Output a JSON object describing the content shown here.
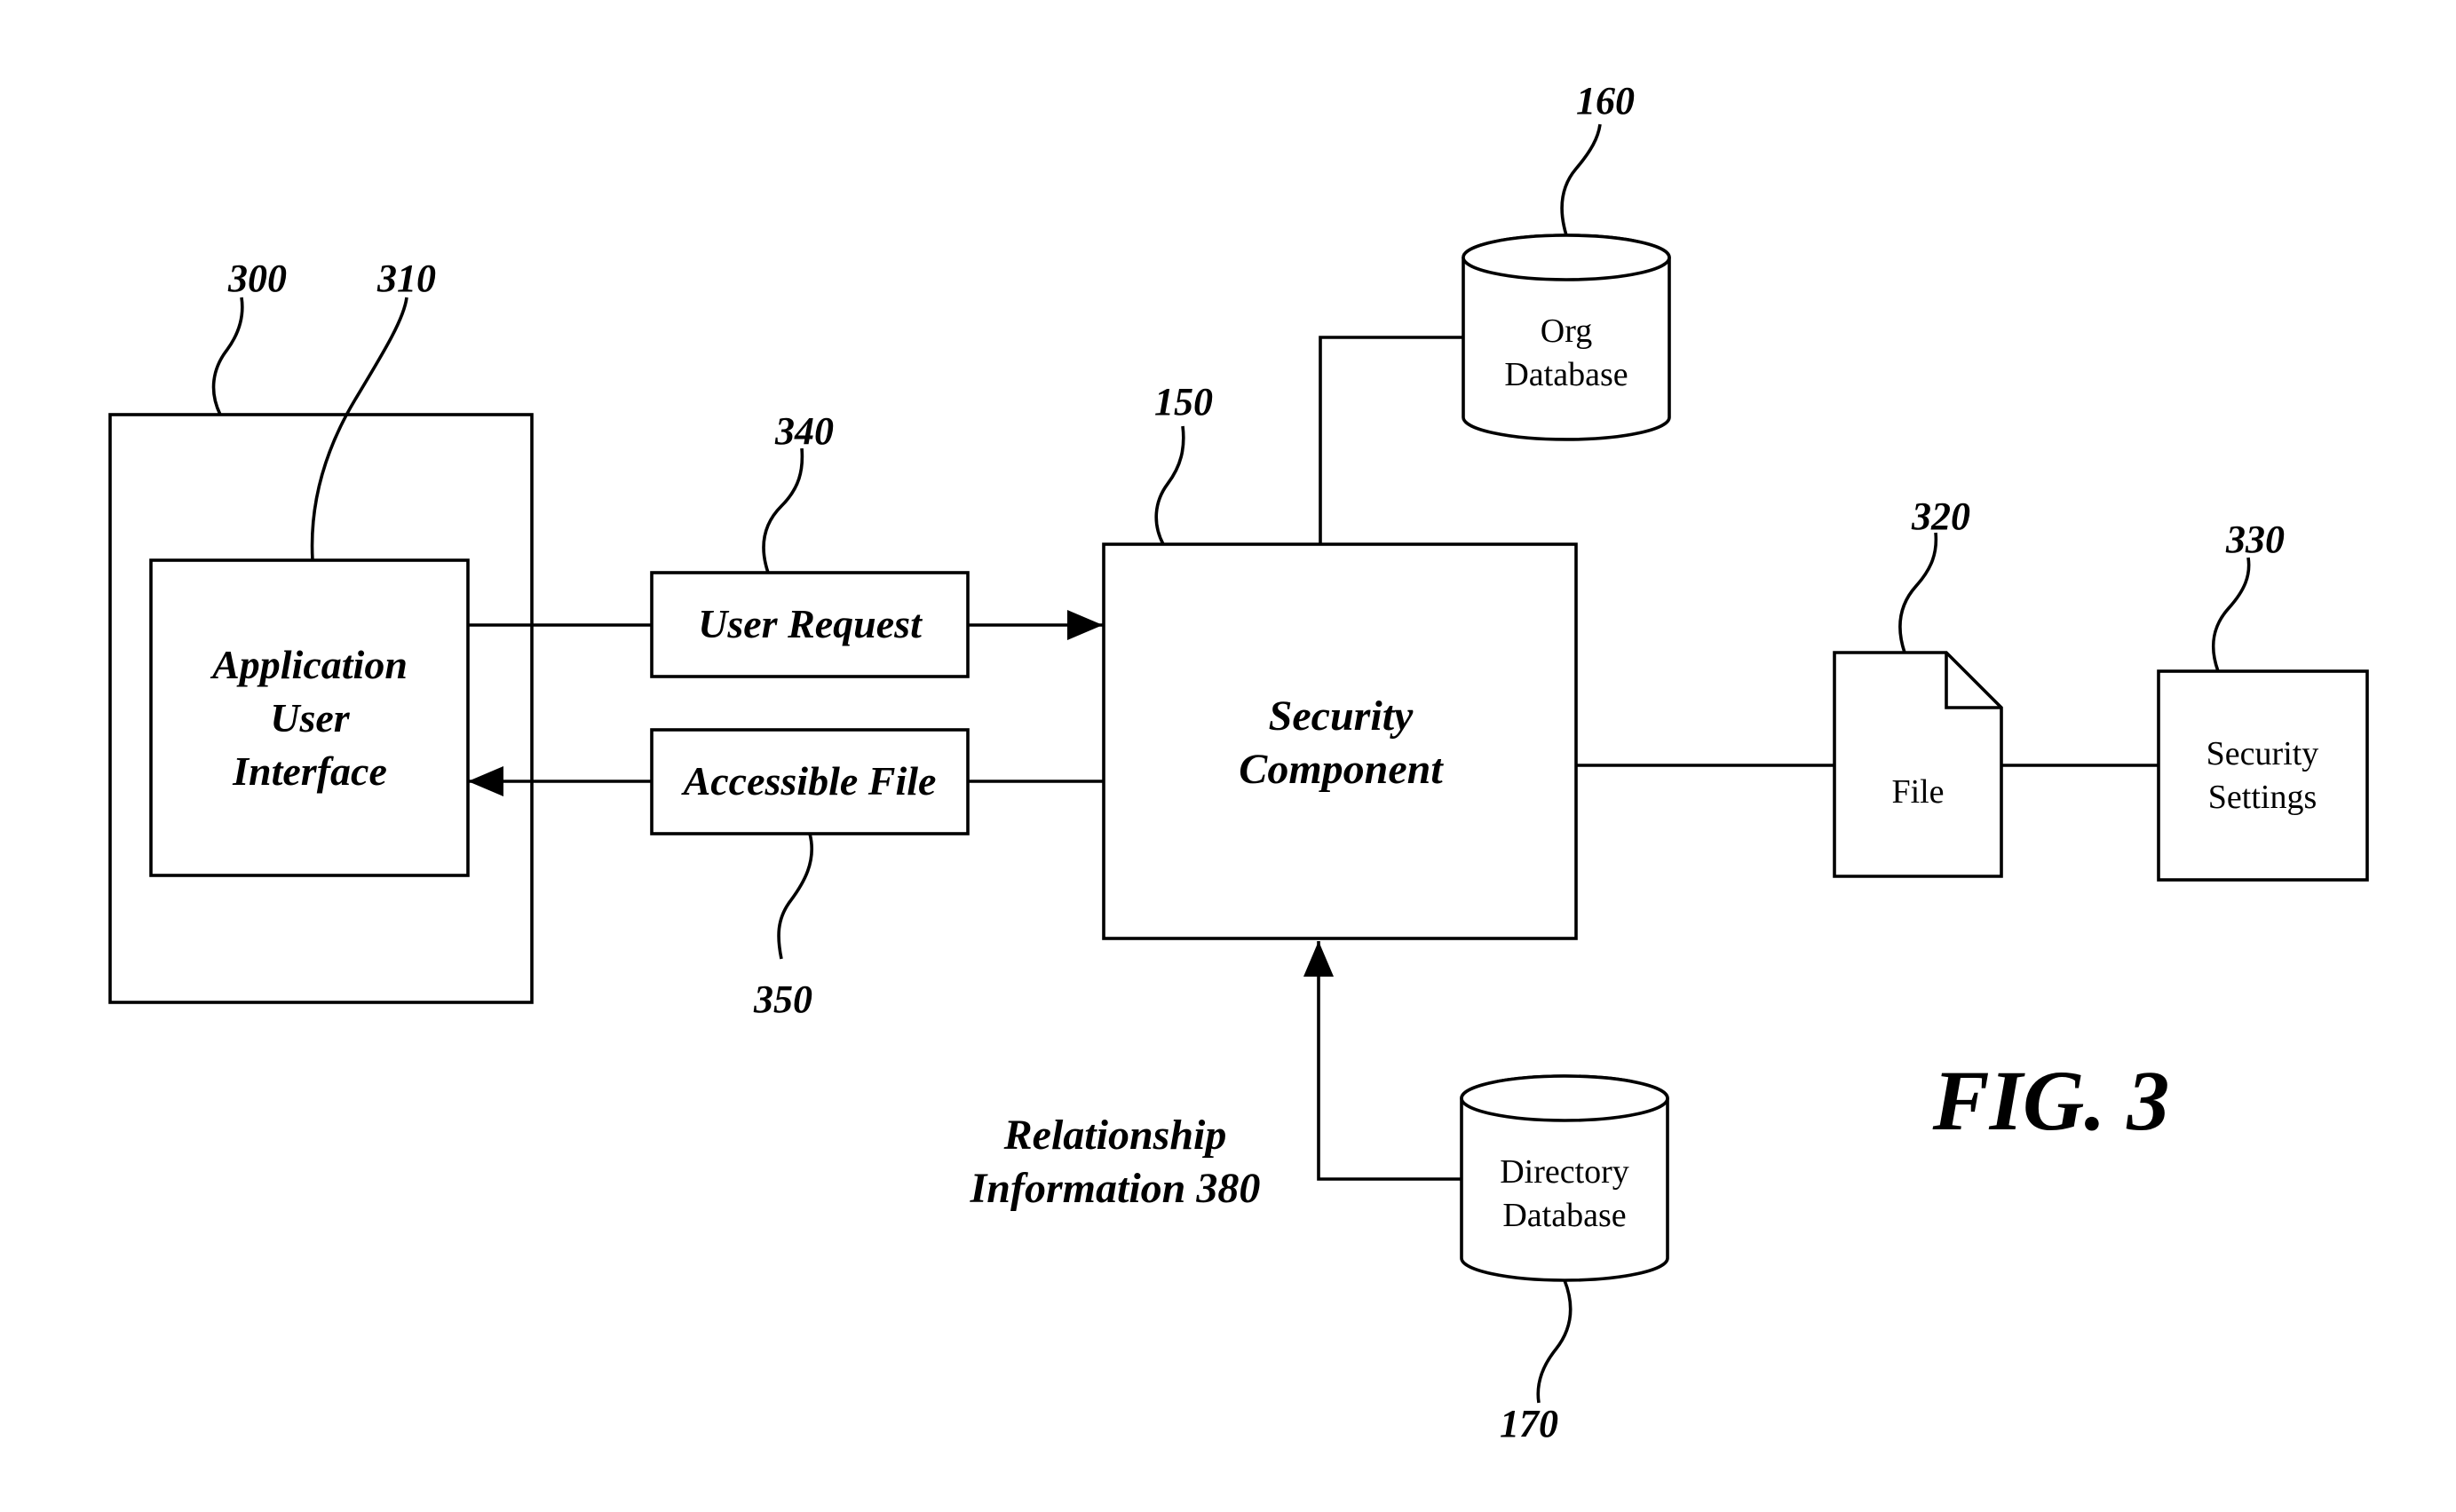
{
  "figure": {
    "title": "FIG. 3",
    "nodes": {
      "device": {
        "ref": "300"
      },
      "app_ui": {
        "ref": "310",
        "lines": [
          "Application",
          "User",
          "Interface"
        ]
      },
      "user_request": {
        "ref": "340",
        "label": "User Request"
      },
      "accessible_file": {
        "ref": "350",
        "label": "Accessible File"
      },
      "security_component": {
        "ref": "150",
        "lines": [
          "Security",
          "Component"
        ]
      },
      "org_database": {
        "ref": "160",
        "lines": [
          "Org",
          "Database"
        ]
      },
      "directory_database": {
        "ref": "170",
        "lines": [
          "Directory",
          "Database"
        ]
      },
      "file": {
        "ref": "320",
        "label": "File"
      },
      "security_settings": {
        "ref": "330",
        "lines": [
          "Security",
          "Settings"
        ]
      },
      "relationship_info": {
        "lines": [
          "Relationship",
          "Information 380"
        ]
      }
    },
    "edges": [
      {
        "from": "app_ui",
        "to": "security_component",
        "via": "user_request",
        "direction": "forward"
      },
      {
        "from": "security_component",
        "to": "app_ui",
        "via": "accessible_file",
        "direction": "forward"
      },
      {
        "from": "security_component",
        "to": "org_database",
        "direction": "none"
      },
      {
        "from": "directory_database",
        "to": "security_component",
        "via": "relationship_info",
        "direction": "forward"
      },
      {
        "from": "security_component",
        "to": "file",
        "direction": "none"
      },
      {
        "from": "file",
        "to": "security_settings",
        "direction": "none"
      }
    ]
  }
}
